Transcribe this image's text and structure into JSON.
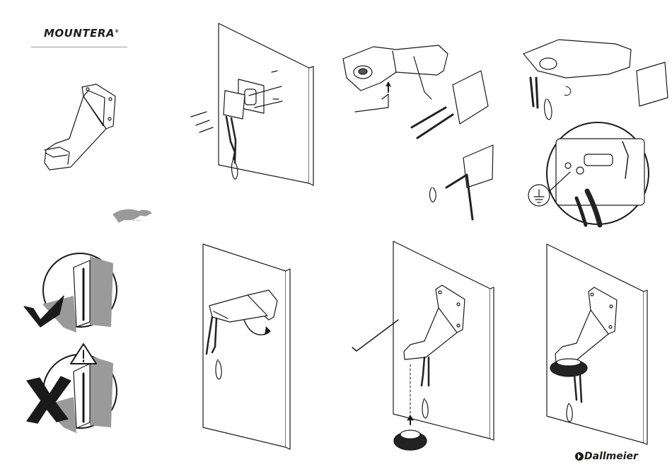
{
  "brand": {
    "name": "MOUNTERA",
    "mark": "®"
  },
  "animal": {
    "caption": "See more"
  },
  "footer": {
    "logo_text": "Dallmeier"
  },
  "colors": {
    "line": "#1a1a1a",
    "wall_fill": "#ffffff",
    "cable": "#222222",
    "panel_grey": "#9a9a9a"
  },
  "icons": [
    "bracket-icon",
    "puma-icon",
    "wall-panel",
    "hex-key-icon",
    "carabiner-icon",
    "ground-symbol-icon",
    "check-mark-icon",
    "cross-mark-icon",
    "warning-triangle-icon",
    "rotate-arrow-icon",
    "up-arrow-icon",
    "cable-coil-icon",
    "dallmeier-logo-icon"
  ]
}
